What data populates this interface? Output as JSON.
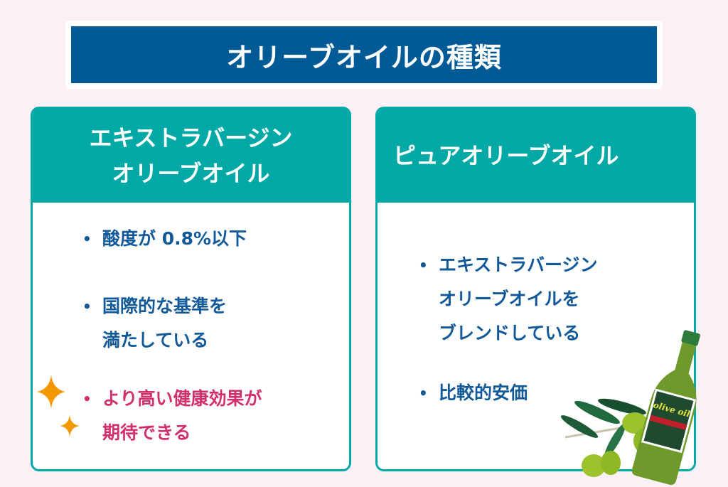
{
  "title": "オリーブオイルの種類",
  "cards": [
    {
      "heading": [
        "エキストラバージン",
        "オリーブオイル"
      ],
      "bullets": [
        [
          "酸度が 0.8%以下"
        ],
        [
          "国際的な基準を",
          "満たしている"
        ],
        [
          "より高い健康効果が",
          "期待できる"
        ]
      ]
    },
    {
      "heading": [
        "ピュアオリーブオイル"
      ],
      "bullets": [
        [
          "エキストラバージン",
          "オリーブオイルを",
          "ブレンドしている"
        ],
        [
          "比較的安価"
        ]
      ]
    }
  ],
  "illustration": {
    "bottle_label": "olive oil"
  },
  "colors": {
    "teal": "#00a8a6",
    "navy": "#005a96",
    "text_blue": "#12599a",
    "pink": "#d1306d",
    "sparkle": "#f39800",
    "background": "#fcf0f7"
  }
}
